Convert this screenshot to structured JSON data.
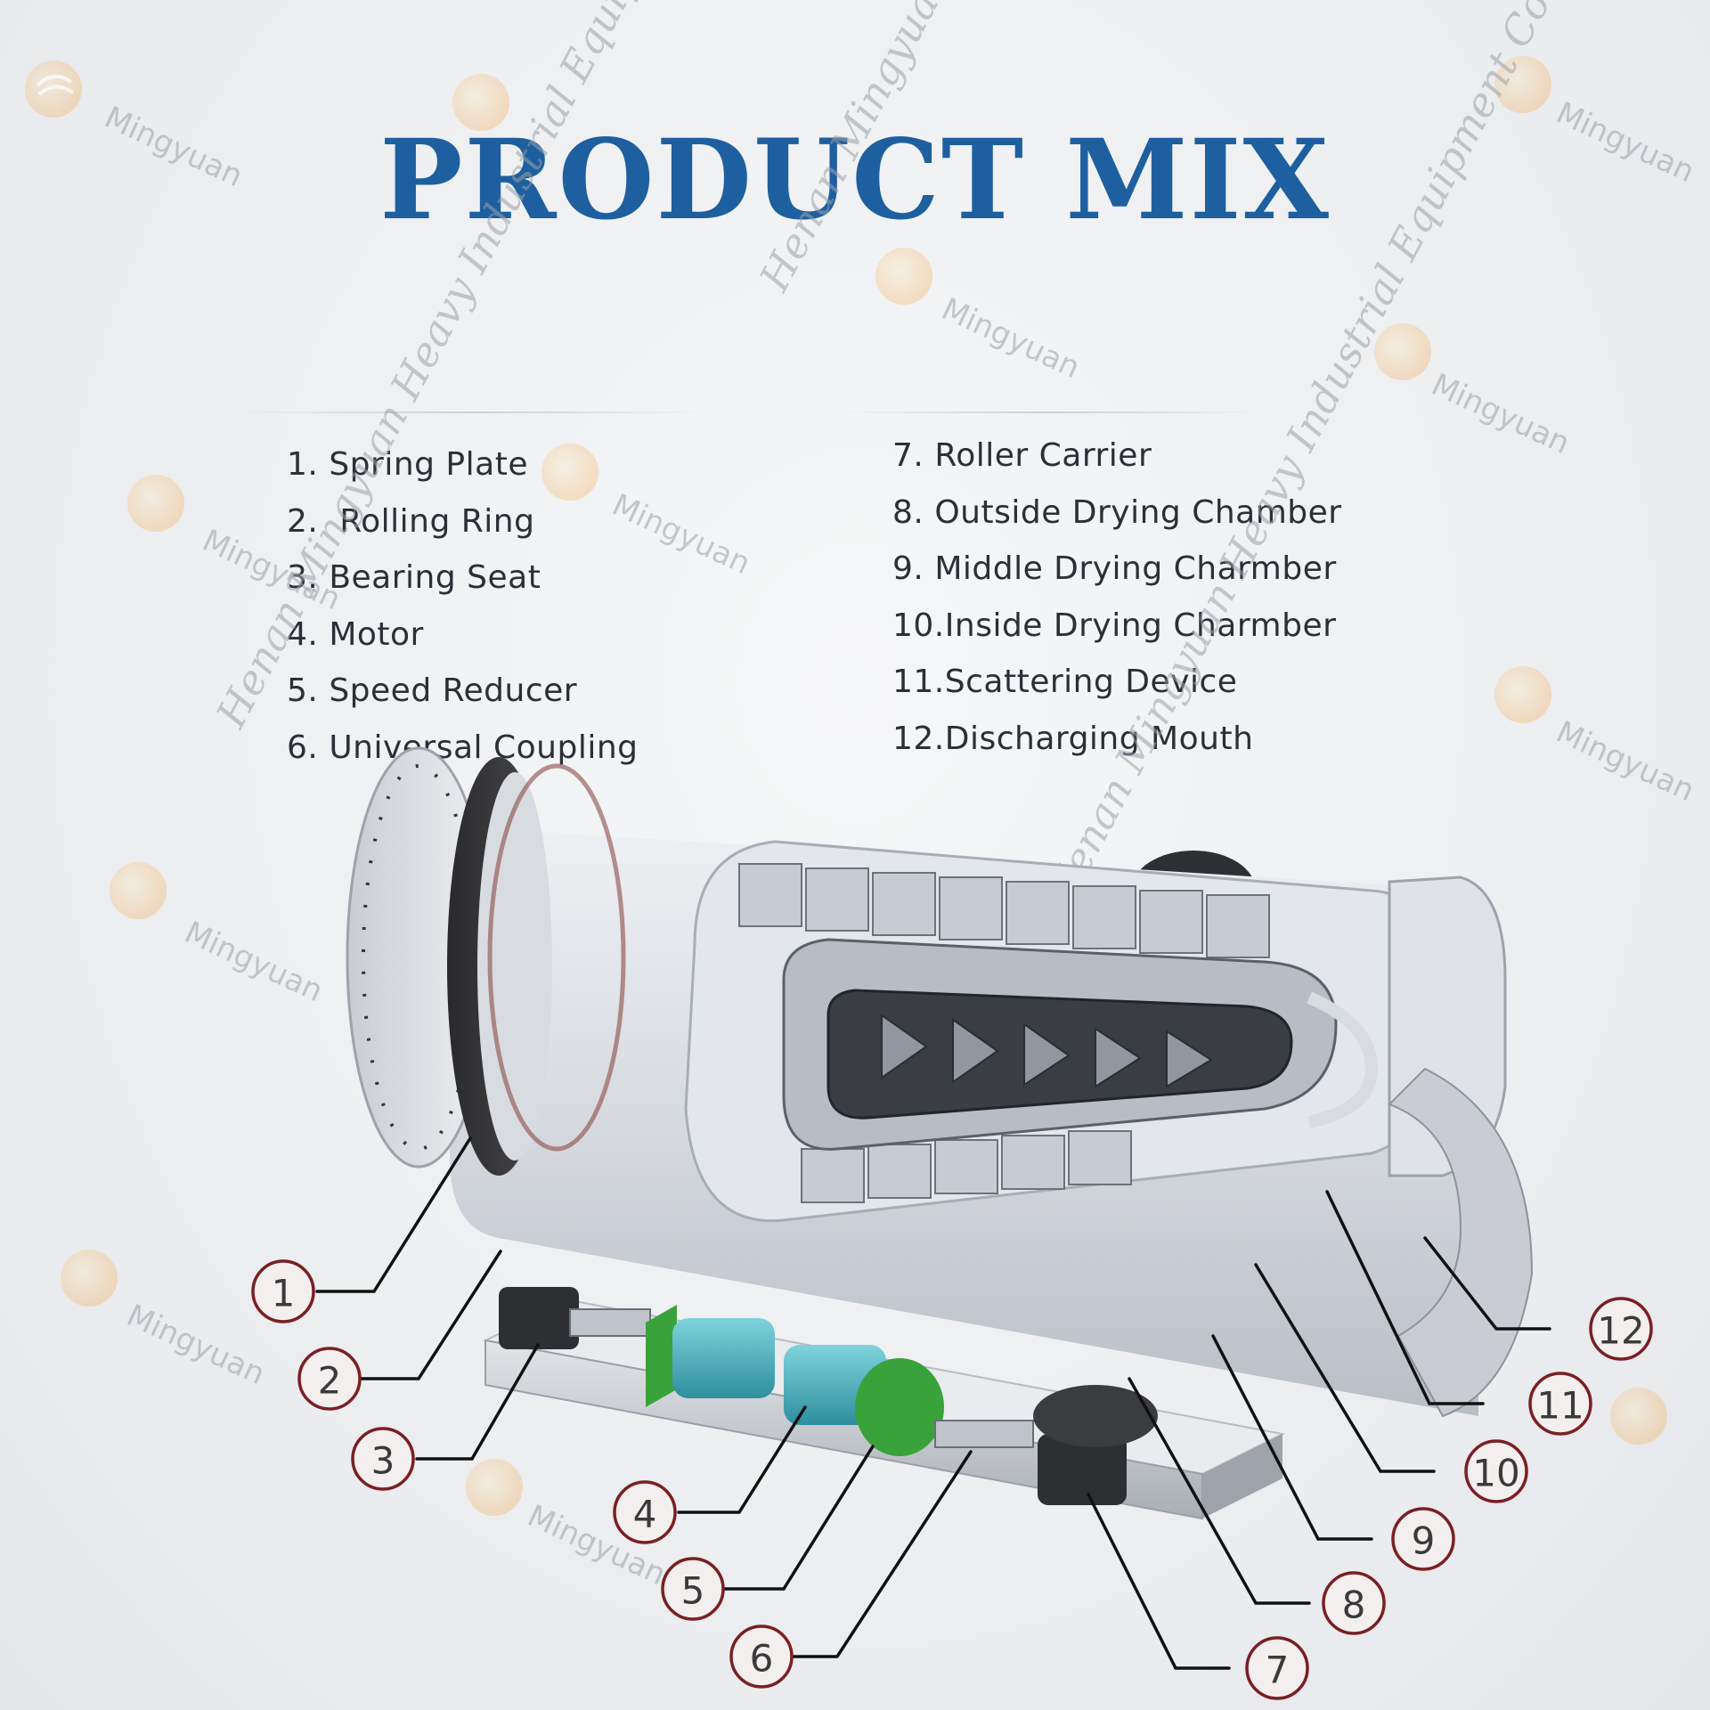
{
  "title": "PRODUCT MIX",
  "watermark": {
    "brand": "Mingyuan",
    "company": "Henan Mingyuan Heavy Industrial Equipment Co., LTD"
  },
  "parts_left": [
    {
      "num": "1.",
      "name": "Spring Plate"
    },
    {
      "num": "2.",
      "name": "Rolling Ring"
    },
    {
      "num": "3.",
      "name": "Bearing Seat"
    },
    {
      "num": "4.",
      "name": "Motor"
    },
    {
      "num": "5.",
      "name": "Speed Reducer"
    },
    {
      "num": "6.",
      "name": "Universal Coupling"
    }
  ],
  "parts_right": [
    {
      "num": "7.",
      "name": "Roller Carrier"
    },
    {
      "num": "8.",
      "name": "Outside Drying Chamber"
    },
    {
      "num": "9.",
      "name": "Middle Drying Charmber"
    },
    {
      "num": "10.",
      "name": "Inside Drying Charmber"
    },
    {
      "num": "11.",
      "name": "Scattering Device"
    },
    {
      "num": "12.",
      "name": "Discharging Mouth"
    }
  ],
  "callouts": [
    "1",
    "2",
    "3",
    "4",
    "5",
    "6",
    "7",
    "8",
    "9",
    "10",
    "11",
    "12"
  ],
  "colors": {
    "title": "#1e5fa0",
    "callout_ring": "#7a1f23",
    "motor": "#3ba7b8",
    "reducer": "#3aa23a",
    "shell": "#d9dde2",
    "watermark_orange": "#f5a54a"
  }
}
